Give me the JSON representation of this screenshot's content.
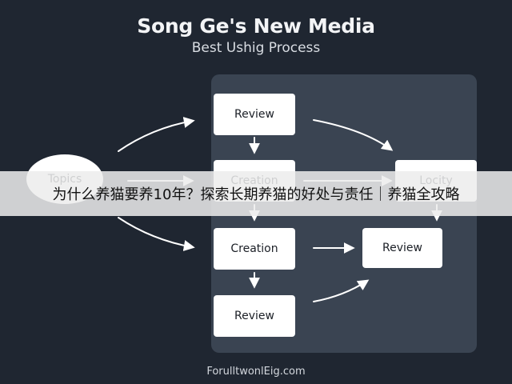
{
  "header": {
    "title": "Song Ge's New Media",
    "subtitle": "Best Ushig Process"
  },
  "nodes": {
    "topics": "Topics",
    "review_top": "Review",
    "creation_mid": "Creation",
    "locity": "Locity",
    "creation_low": "Creation",
    "review_right": "Review",
    "review_bottom": "Review"
  },
  "footer": "ForulltwonlEig.com",
  "banner": "为什么养猫要养10年？探索长期养猫的好处与责任｜养猫全攻略",
  "colors": {
    "background": "#1f2631",
    "panel": "#3a4452",
    "node": "#ffffff",
    "banner": "#ececec"
  }
}
